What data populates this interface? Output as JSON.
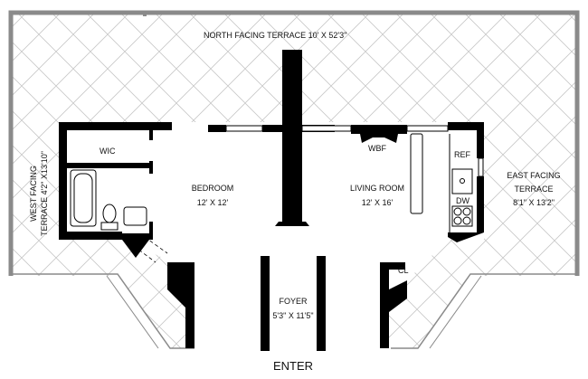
{
  "plan": {
    "north_terrace": "NORTH FACING TERRACE  10' X 52'3\"",
    "west_terrace_name": "WEST FACING",
    "west_terrace_size": "TERRACE 4'2\" X13'10\"",
    "east_terrace_name": "EAST FACING",
    "east_terrace_name2": "TERRACE",
    "east_terrace_size": "8'1\" X 13'2\"",
    "wic": "WIC",
    "bedroom": "BEDROOM",
    "bedroom_size": "12' X 12'",
    "living_room": "LIVING ROOM",
    "living_room_size": "12' X 16'",
    "wbf": "WBF",
    "ref": "REF",
    "dw": "DW",
    "cl": "CL",
    "foyer": "FOYER",
    "foyer_size": "5'3\" X 11'5\"",
    "enter": "ENTER"
  },
  "colors": {
    "wall": "#000000",
    "terrace_border": "#8a8a8a",
    "hatch": "#c8c8c8"
  }
}
